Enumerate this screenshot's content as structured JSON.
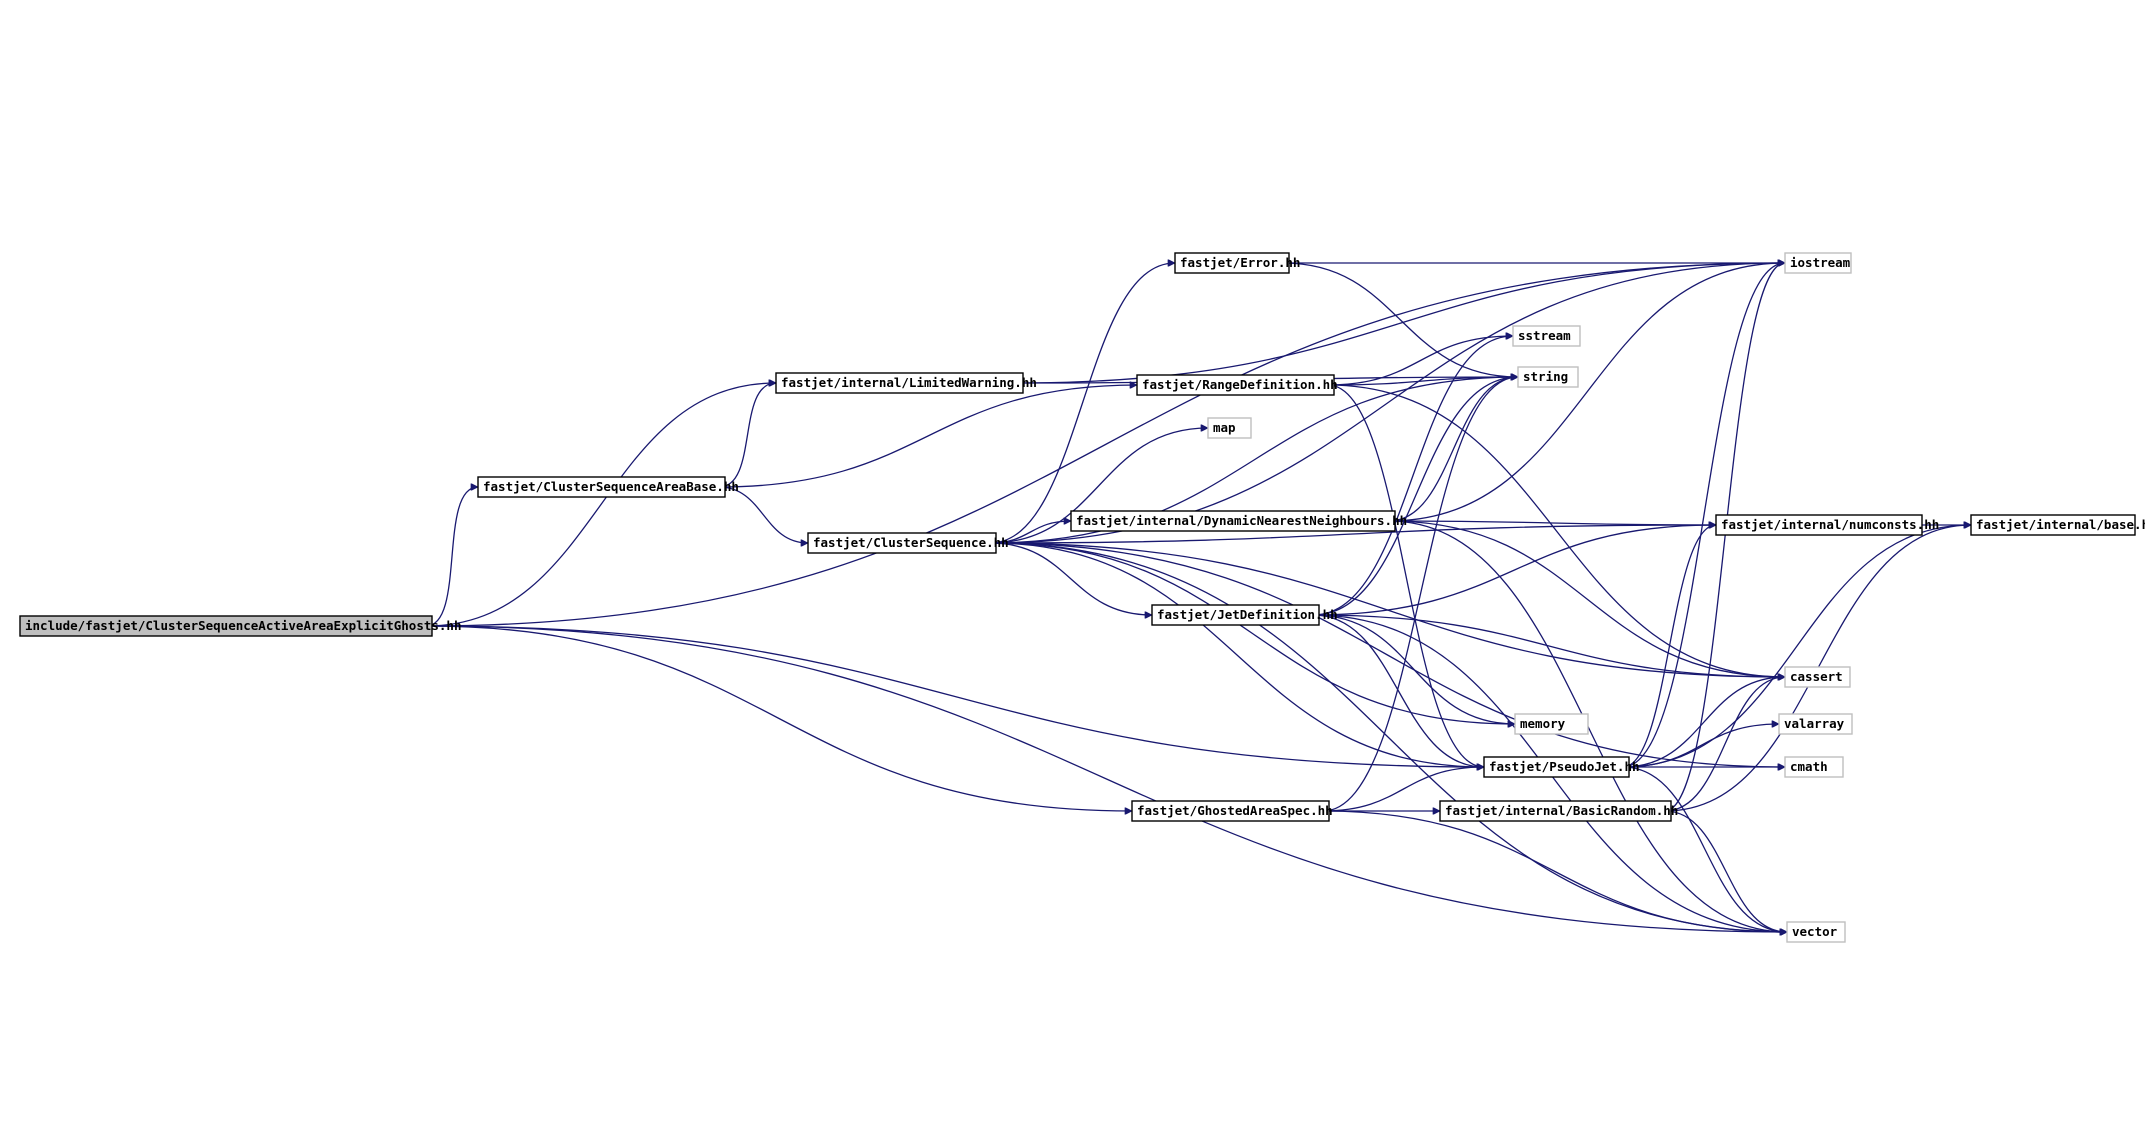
{
  "graph": {
    "root": "root",
    "nodes": [
      {
        "id": "root",
        "label": "include/fastjet/ClusterSequenceActiveAreaExplicitGhosts.hh",
        "kind": "root"
      },
      {
        "id": "csab",
        "label": "fastjet/ClusterSequenceAreaBase.hh",
        "kind": "header"
      },
      {
        "id": "lw",
        "label": "fastjet/internal/LimitedWarning.hh",
        "kind": "header"
      },
      {
        "id": "err",
        "label": "fastjet/Error.hh",
        "kind": "header"
      },
      {
        "id": "rd",
        "label": "fastjet/RangeDefinition.hh",
        "kind": "header"
      },
      {
        "id": "cs",
        "label": "fastjet/ClusterSequence.hh",
        "kind": "header"
      },
      {
        "id": "dnn",
        "label": "fastjet/internal/DynamicNearestNeighbours.hh",
        "kind": "header"
      },
      {
        "id": "jd",
        "label": "fastjet/JetDefinition.hh",
        "kind": "header"
      },
      {
        "id": "pj",
        "label": "fastjet/PseudoJet.hh",
        "kind": "header"
      },
      {
        "id": "gas",
        "label": "fastjet/GhostedAreaSpec.hh",
        "kind": "header"
      },
      {
        "id": "br",
        "label": "fastjet/internal/BasicRandom.hh",
        "kind": "header"
      },
      {
        "id": "nc",
        "label": "fastjet/internal/numconsts.hh",
        "kind": "header"
      },
      {
        "id": "base",
        "label": "fastjet/internal/base.hh",
        "kind": "header"
      },
      {
        "id": "iostream",
        "label": "iostream",
        "kind": "system"
      },
      {
        "id": "sstream",
        "label": "sstream",
        "kind": "system"
      },
      {
        "id": "string",
        "label": "string",
        "kind": "system"
      },
      {
        "id": "map",
        "label": "map",
        "kind": "system"
      },
      {
        "id": "cassert",
        "label": "cassert",
        "kind": "system"
      },
      {
        "id": "memory",
        "label": "memory",
        "kind": "system"
      },
      {
        "id": "valarray",
        "label": "valarray",
        "kind": "system"
      },
      {
        "id": "cmath",
        "label": "cmath",
        "kind": "system"
      },
      {
        "id": "vector",
        "label": "vector",
        "kind": "system"
      }
    ],
    "edges": [
      [
        "root",
        "csab"
      ],
      [
        "root",
        "lw"
      ],
      [
        "root",
        "iostream"
      ],
      [
        "root",
        "pj"
      ],
      [
        "root",
        "gas"
      ],
      [
        "root",
        "vector"
      ],
      [
        "csab",
        "lw"
      ],
      [
        "csab",
        "rd"
      ],
      [
        "csab",
        "cs"
      ],
      [
        "lw",
        "iostream"
      ],
      [
        "lw",
        "string"
      ],
      [
        "err",
        "iostream"
      ],
      [
        "err",
        "string"
      ],
      [
        "rd",
        "string"
      ],
      [
        "rd",
        "sstream"
      ],
      [
        "rd",
        "cassert"
      ],
      [
        "rd",
        "pj"
      ],
      [
        "cs",
        "err"
      ],
      [
        "cs",
        "iostream"
      ],
      [
        "cs",
        "map"
      ],
      [
        "cs",
        "string"
      ],
      [
        "cs",
        "dnn"
      ],
      [
        "cs",
        "jd"
      ],
      [
        "cs",
        "pj"
      ],
      [
        "cs",
        "memory"
      ],
      [
        "cs",
        "cassert"
      ],
      [
        "cs",
        "vector"
      ],
      [
        "cs",
        "cmath"
      ],
      [
        "cs",
        "nc"
      ],
      [
        "dnn",
        "iostream"
      ],
      [
        "dnn",
        "string"
      ],
      [
        "dnn",
        "nc"
      ],
      [
        "dnn",
        "cassert"
      ],
      [
        "dnn",
        "vector"
      ],
      [
        "jd",
        "string"
      ],
      [
        "jd",
        "nc"
      ],
      [
        "jd",
        "memory"
      ],
      [
        "jd",
        "pj"
      ],
      [
        "jd",
        "cassert"
      ],
      [
        "jd",
        "sstream"
      ],
      [
        "jd",
        "vector"
      ],
      [
        "pj",
        "nc"
      ],
      [
        "pj",
        "base"
      ],
      [
        "pj",
        "iostream"
      ],
      [
        "pj",
        "cassert"
      ],
      [
        "pj",
        "valarray"
      ],
      [
        "pj",
        "cmath"
      ],
      [
        "pj",
        "vector"
      ],
      [
        "gas",
        "br"
      ],
      [
        "gas",
        "pj"
      ],
      [
        "gas",
        "vector"
      ],
      [
        "gas",
        "string"
      ],
      [
        "br",
        "cassert"
      ],
      [
        "br",
        "iostream"
      ],
      [
        "br",
        "vector"
      ],
      [
        "br",
        "base"
      ],
      [
        "nc",
        "base"
      ]
    ]
  }
}
